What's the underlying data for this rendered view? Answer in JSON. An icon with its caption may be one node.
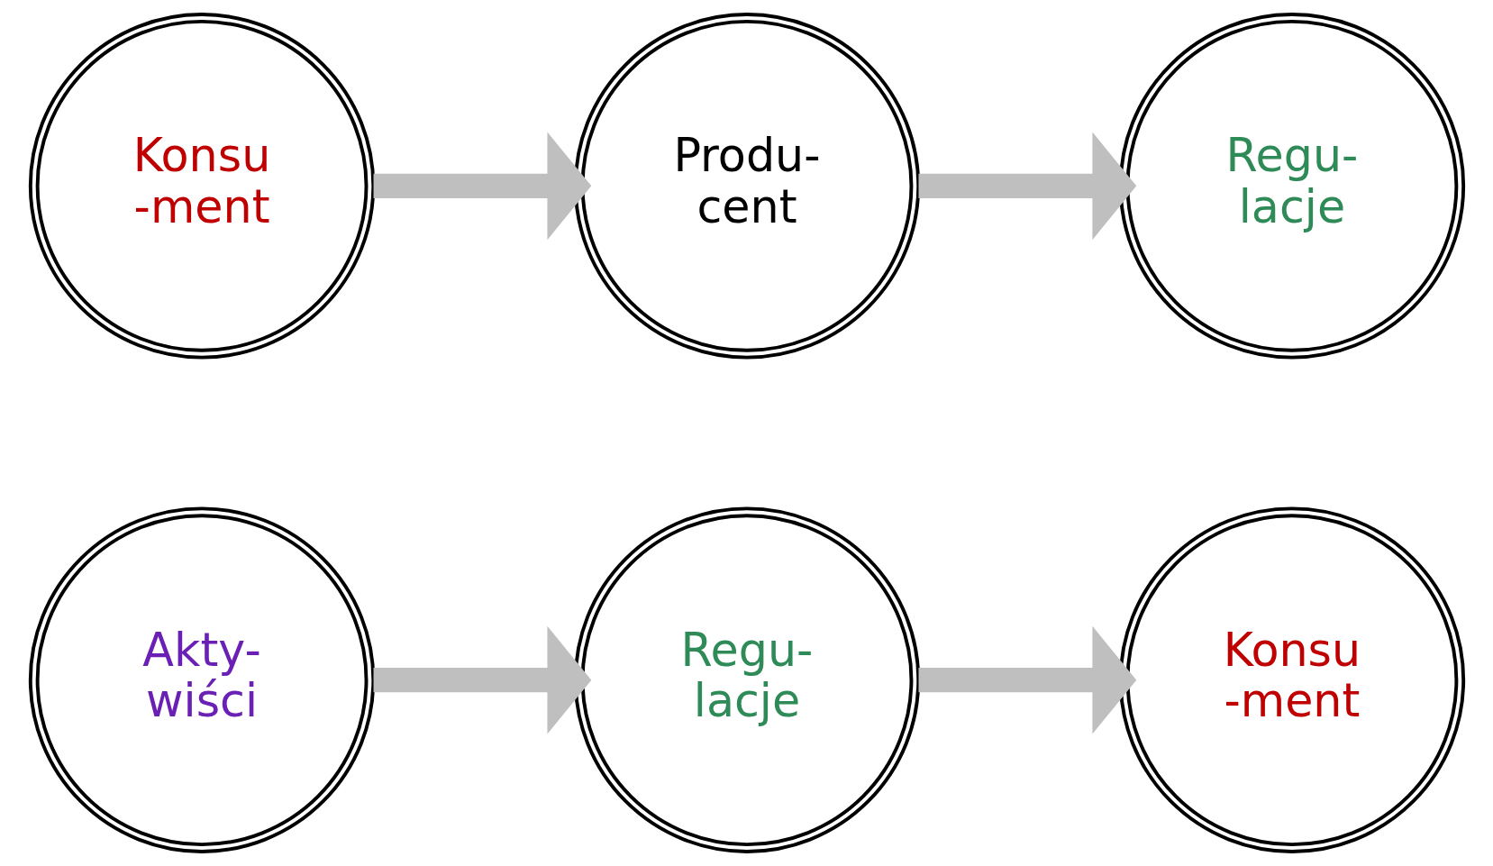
{
  "diagram": {
    "nodes": [
      {
        "text": [
          "Konsu -ment"
        ]
      },
      {
        "text": [
          "Produ- cent"
        ]
      },
      {
        "text": [
          "Regu- lacje"
        ]
      },
      {
        "text": [
          "Akty- wiści"
        ]
      },
      {
        "text": [
          "Regu- lacje"
        ]
      },
      {
        "text": [
          "Konsu -ment"
        ]
      }
    ],
    "edges": [
      {
        "from": 0,
        "to": 1,
        "arrow": "to"
      },
      {
        "from": 1,
        "to": 2,
        "arrow": "to"
      },
      {
        "from": 3,
        "to": 4,
        "arrow": "to"
      },
      {
        "from": 4,
        "to": 5,
        "arrow": "to"
      }
    ]
  }
}
